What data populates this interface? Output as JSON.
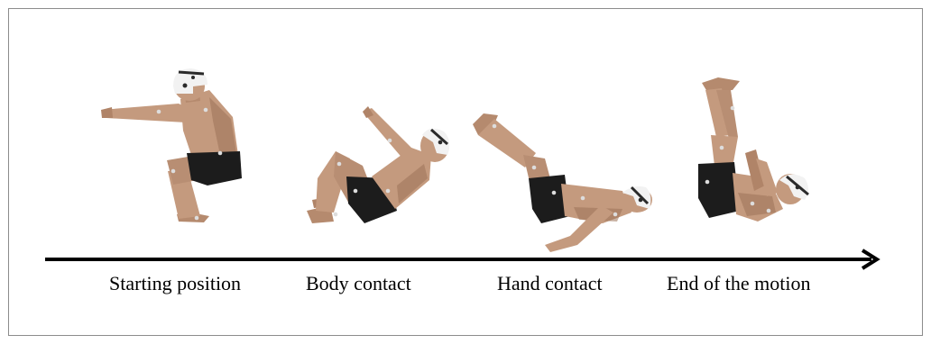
{
  "diagram": {
    "phases": [
      {
        "id": "start",
        "label": "Starting position"
      },
      {
        "id": "body",
        "label": "Body contact"
      },
      {
        "id": "hand",
        "label": "Hand contact"
      },
      {
        "id": "end",
        "label": "End of the motion"
      }
    ],
    "colors": {
      "frame": "#8c8c8c",
      "arrow": "#000000",
      "skin": "#c49a7e",
      "skin_shadow": "#9c7258",
      "shorts": "#1c1c1c",
      "helmet": "#f2f2f2",
      "helmet_mark": "#2a2a2a",
      "marker": "#dddddd"
    },
    "icons": [
      "athlete-squat-figure",
      "athlete-rolling-figure",
      "athlete-back-figure",
      "athlete-legs-up-figure",
      "arrow-right-icon"
    ]
  }
}
